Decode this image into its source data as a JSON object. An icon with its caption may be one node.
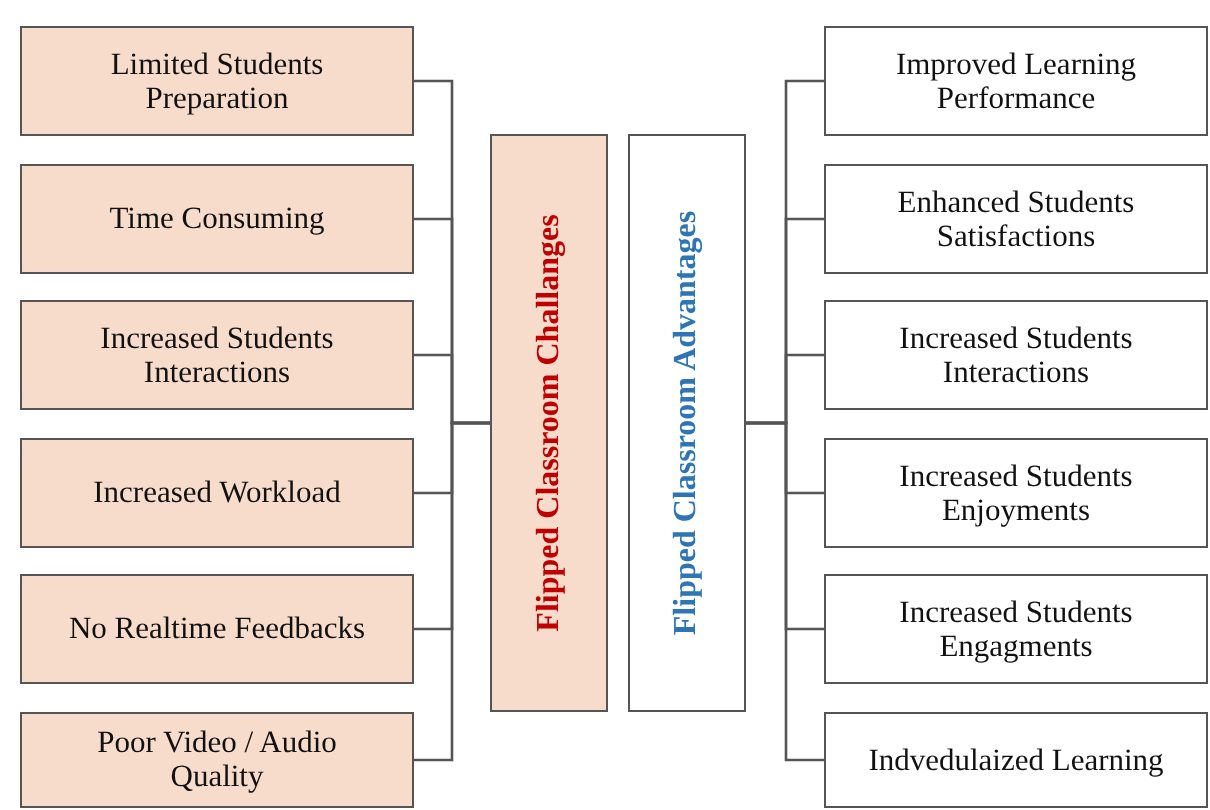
{
  "diagram": {
    "nodes": [
      {
        "text": [
          "Limited Students Preparation"
        ]
      },
      {
        "text": [
          "Time Consuming"
        ]
      },
      {
        "text": [
          "Increased Students Interactions"
        ]
      },
      {
        "text": [
          "Increased Workload"
        ]
      },
      {
        "text": [
          "No Realtime Feedbacks"
        ]
      },
      {
        "text": [
          "Poor Video / Audio Quality"
        ]
      },
      {
        "text": [
          "Flipped Classroom Challanges"
        ]
      },
      {
        "text": [
          "Flipped Classroom Advantages"
        ]
      },
      {
        "text": [
          "Improved Learning Performance"
        ]
      },
      {
        "text": [
          "Enhanced Students Satisfactions"
        ]
      },
      {
        "text": [
          "Increased Students Interactions"
        ]
      },
      {
        "text": [
          "Increased Students Enjoyments"
        ]
      },
      {
        "text": [
          "Increased Students Engagments"
        ]
      },
      {
        "text": [
          "Indvedulaized Learning"
        ]
      }
    ],
    "edges": [
      {
        "from": 6,
        "to": 0,
        "arrow": "none"
      },
      {
        "from": 6,
        "to": 1,
        "arrow": "none"
      },
      {
        "from": 6,
        "to": 2,
        "arrow": "none"
      },
      {
        "from": 6,
        "to": 3,
        "arrow": "none"
      },
      {
        "from": 6,
        "to": 4,
        "arrow": "none"
      },
      {
        "from": 6,
        "to": 5,
        "arrow": "none"
      },
      {
        "from": 7,
        "to": 8,
        "arrow": "none"
      },
      {
        "from": 7,
        "to": 9,
        "arrow": "none"
      },
      {
        "from": 7,
        "to": 10,
        "arrow": "none"
      },
      {
        "from": 7,
        "to": 11,
        "arrow": "none"
      },
      {
        "from": 7,
        "to": 12,
        "arrow": "none"
      },
      {
        "from": 7,
        "to": 13,
        "arrow": "none"
      }
    ]
  }
}
